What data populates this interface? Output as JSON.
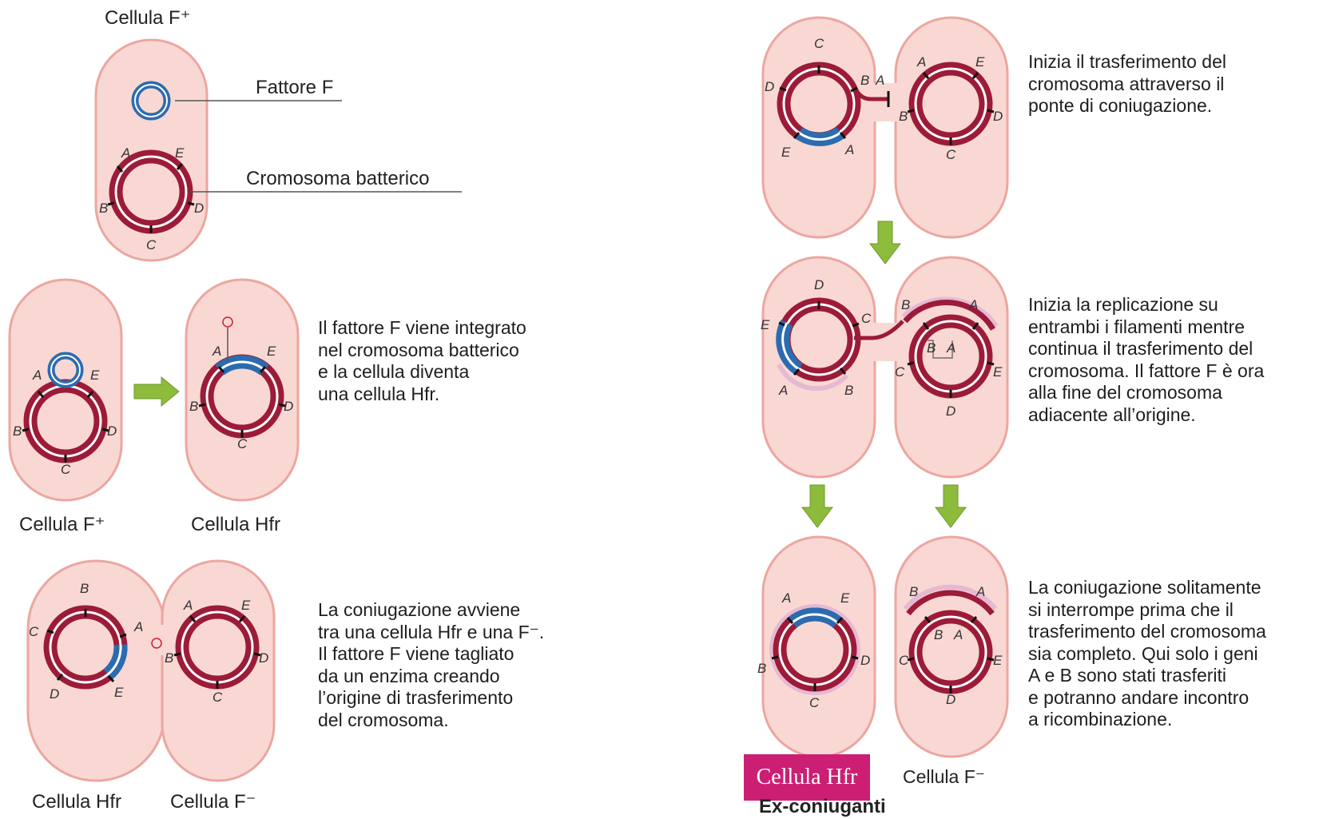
{
  "colors": {
    "cell_fill": "#f9d8d3",
    "cell_border": "#eca6a0",
    "chromosome": "#9c1b38",
    "f_factor": "#2b6cb0",
    "replicated_strand": "#e6b9d3",
    "arrow": "#8dbb3c",
    "highlight": "#cc1f74"
  },
  "panel1": {
    "cell_label": "Cellula F⁺",
    "fattore_label": "Fattore F",
    "chromosome_label": "Cromosoma batterico",
    "genes": {
      "a": "A",
      "b": "B",
      "c": "C",
      "d": "D",
      "e": "E"
    }
  },
  "panel2": {
    "genes": {
      "a": "A",
      "b": "B",
      "c": "C",
      "d": "D",
      "e": "E",
      "o": "O"
    },
    "left_label": "Cellula F⁺",
    "right_label": "Cellula Hfr",
    "description": "Il fattore F viene integrato\nnel cromosoma batterico\ne la cellula diventa\nuna cellula Hfr."
  },
  "panel3": {
    "genes": {
      "a": "A",
      "b": "B",
      "c": "C",
      "d": "D",
      "e": "E",
      "o": "O"
    },
    "left_label": "Cellula Hfr",
    "right_label": "Cellula F⁻",
    "description": "La coniugazione avviene\ntra una cellula Hfr e una F⁻.\nIl fattore F viene tagliato\nda un enzima creando\nl’origine di trasferimento\ndel cromosoma."
  },
  "panel4": {
    "genes": {
      "a": "A",
      "b": "B",
      "c": "C",
      "d": "D",
      "e": "E"
    },
    "description": "Inizia il trasferimento del\ncromosoma attraverso il\nponte di coniugazione."
  },
  "panel5": {
    "genes": {
      "a": "A",
      "b": "B",
      "c": "C",
      "d": "D",
      "e": "E"
    },
    "description": "Inizia la replicazione su\nentrambi i filamenti mentre\ncontinua il trasferimento del\ncromosoma. Il fattore F è ora\nalla fine del cromosoma\nadiacente all’origine."
  },
  "panel6": {
    "genes": {
      "a": "A",
      "b": "B",
      "c": "C",
      "d": "D",
      "e": "E"
    },
    "left_label": "Cellula Hfr",
    "right_label": "Cellula F⁻",
    "group_label": "Ex-coniuganti",
    "description": "La coniugazione solitamente\nsi interrompe prima che il\ntrasferimento del cromosoma\nsia completo. Qui solo i geni\nA e B sono stati trasferiti\ne potranno andare incontro\na ricombinazione."
  }
}
